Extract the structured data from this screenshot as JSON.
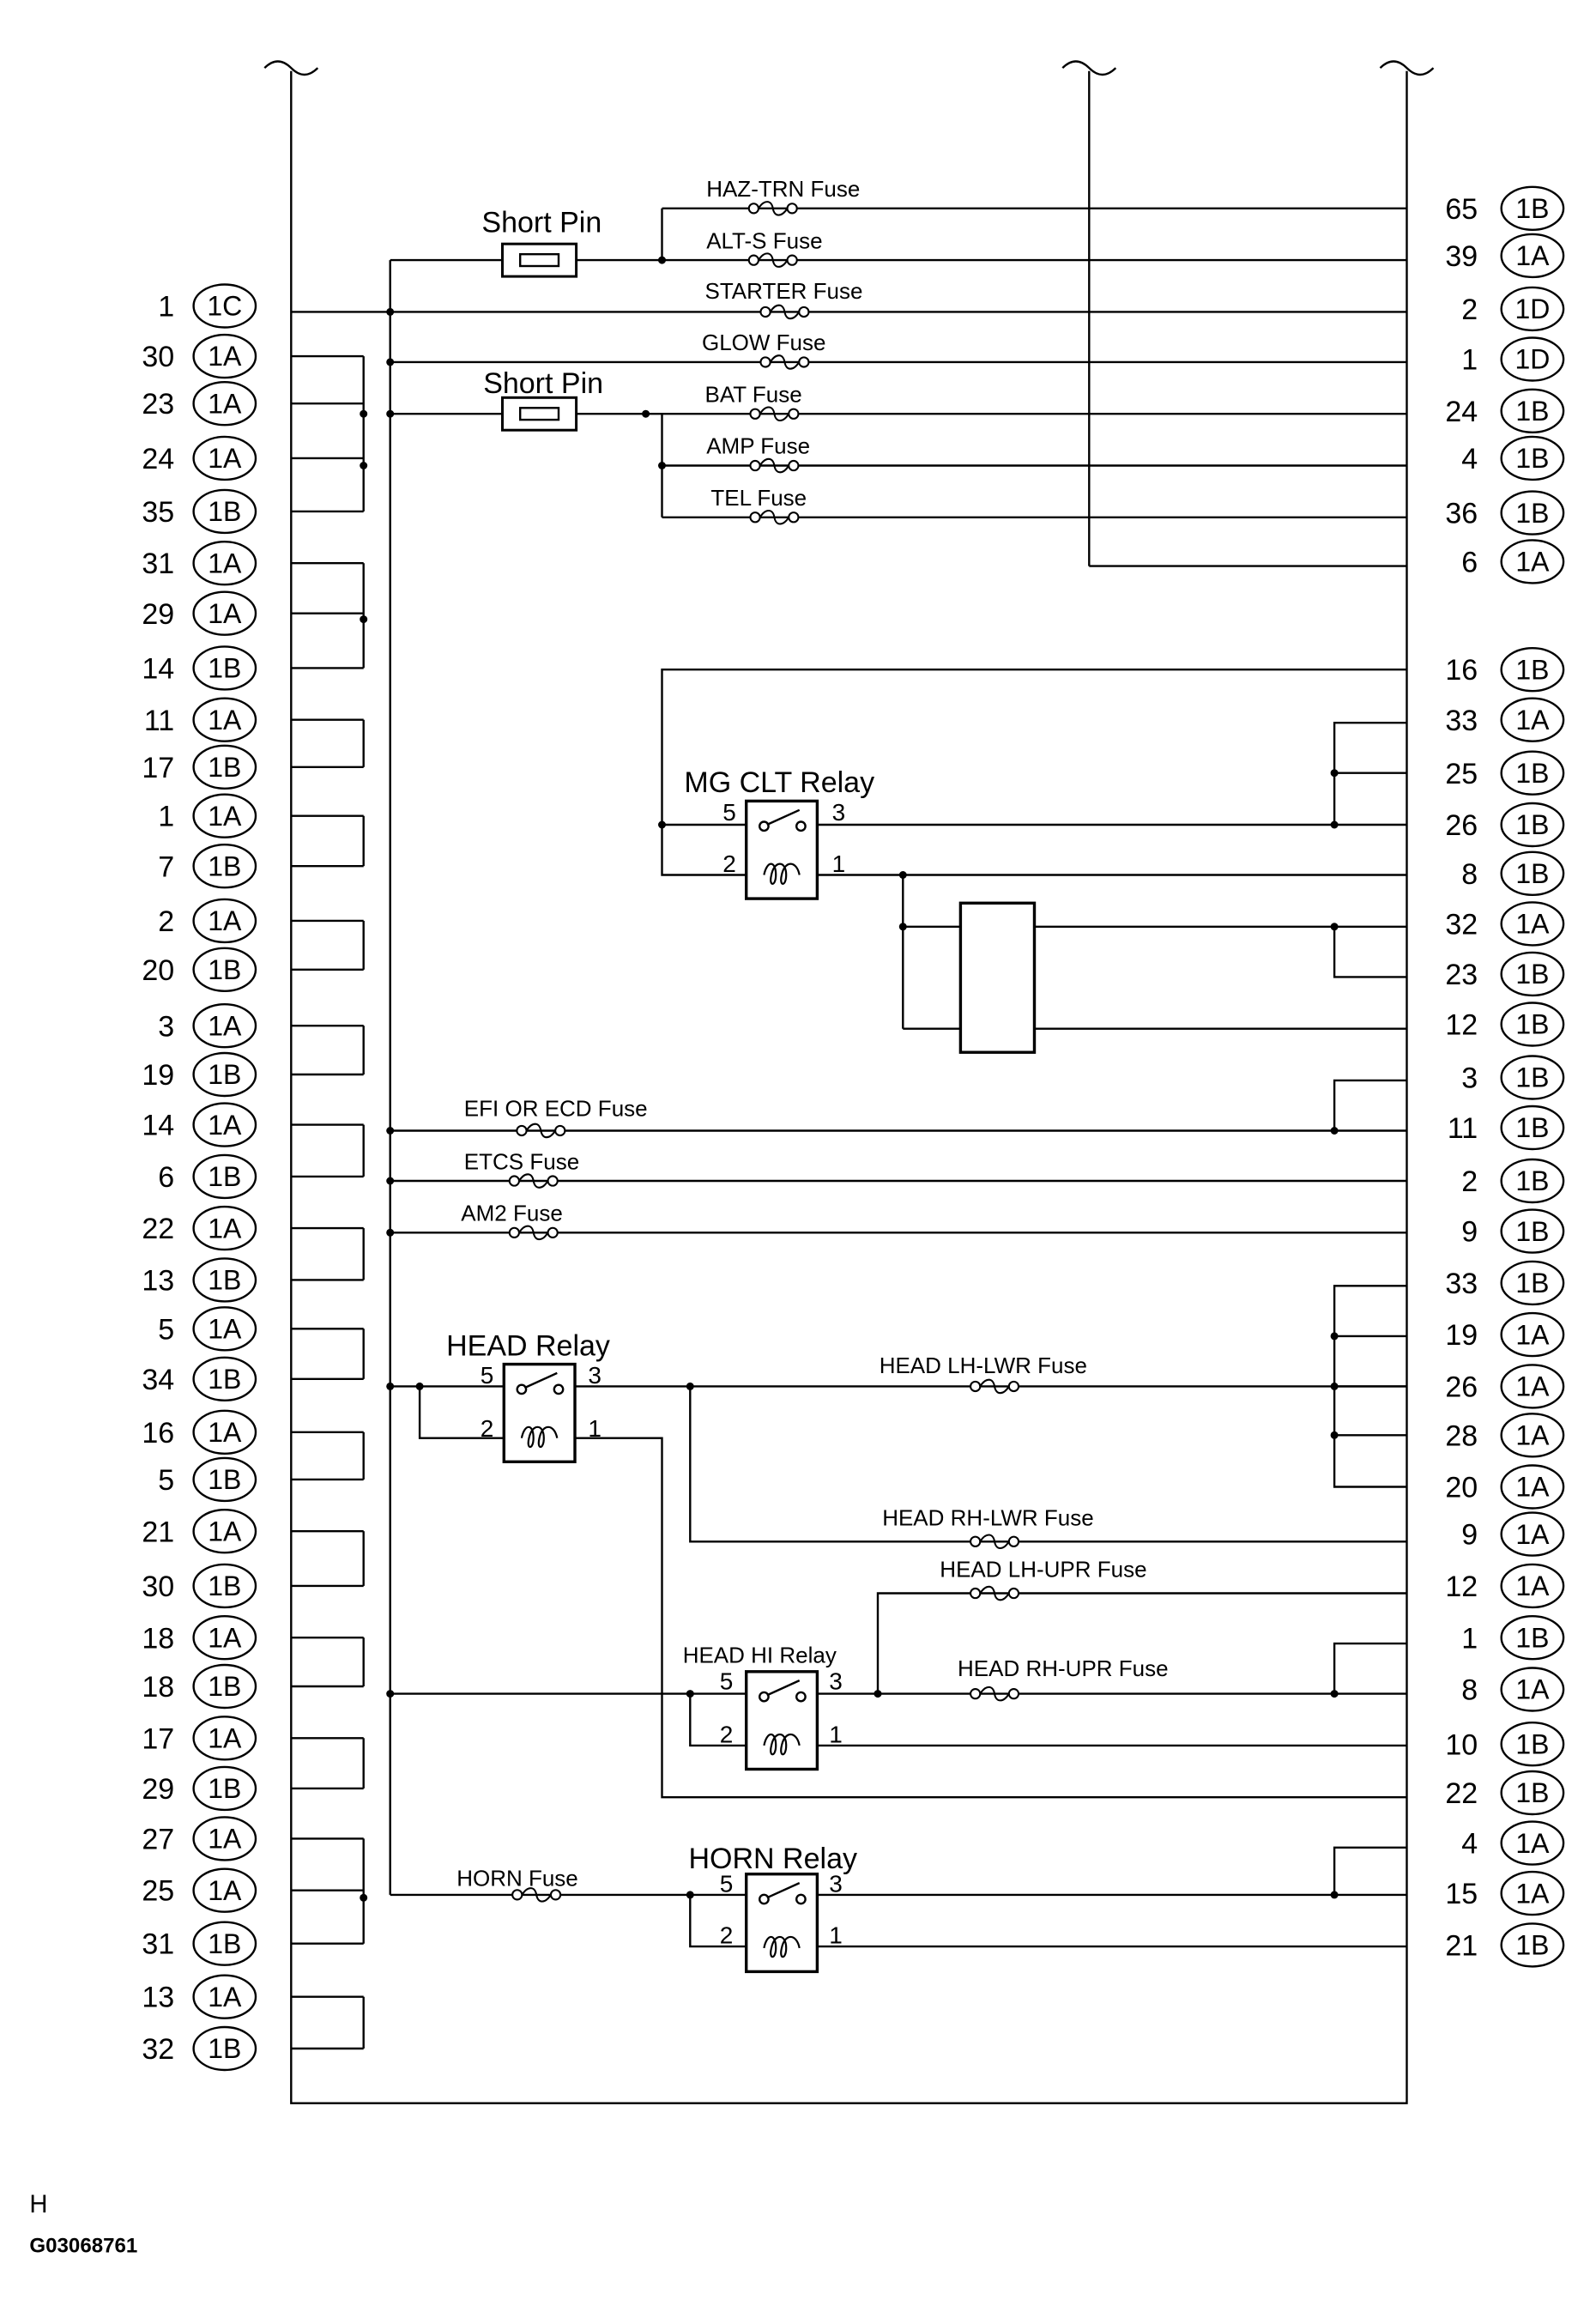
{
  "left_pins": [
    {
      "num": "1",
      "conn": "1C"
    },
    {
      "num": "30",
      "conn": "1A"
    },
    {
      "num": "23",
      "conn": "1A"
    },
    {
      "num": "24",
      "conn": "1A"
    },
    {
      "num": "35",
      "conn": "1B"
    },
    {
      "num": "31",
      "conn": "1A"
    },
    {
      "num": "29",
      "conn": "1A"
    },
    {
      "num": "14",
      "conn": "1B"
    },
    {
      "num": "11",
      "conn": "1A"
    },
    {
      "num": "17",
      "conn": "1B"
    },
    {
      "num": "1",
      "conn": "1A"
    },
    {
      "num": "7",
      "conn": "1B"
    },
    {
      "num": "2",
      "conn": "1A"
    },
    {
      "num": "20",
      "conn": "1B"
    },
    {
      "num": "3",
      "conn": "1A"
    },
    {
      "num": "19",
      "conn": "1B"
    },
    {
      "num": "14",
      "conn": "1A"
    },
    {
      "num": "6",
      "conn": "1B"
    },
    {
      "num": "22",
      "conn": "1A"
    },
    {
      "num": "13",
      "conn": "1B"
    },
    {
      "num": "5",
      "conn": "1A"
    },
    {
      "num": "34",
      "conn": "1B"
    },
    {
      "num": "16",
      "conn": "1A"
    },
    {
      "num": "5",
      "conn": "1B"
    },
    {
      "num": "21",
      "conn": "1A"
    },
    {
      "num": "30",
      "conn": "1B"
    },
    {
      "num": "18",
      "conn": "1A"
    },
    {
      "num": "18",
      "conn": "1B"
    },
    {
      "num": "17",
      "conn": "1A"
    },
    {
      "num": "29",
      "conn": "1B"
    },
    {
      "num": "27",
      "conn": "1A"
    },
    {
      "num": "25",
      "conn": "1A"
    },
    {
      "num": "31",
      "conn": "1B"
    },
    {
      "num": "13",
      "conn": "1A"
    },
    {
      "num": "32",
      "conn": "1B"
    }
  ],
  "right_pins": [
    {
      "num": "65",
      "conn": "1B"
    },
    {
      "num": "39",
      "conn": "1A"
    },
    {
      "num": "2",
      "conn": "1D"
    },
    {
      "num": "1",
      "conn": "1D"
    },
    {
      "num": "24",
      "conn": "1B"
    },
    {
      "num": "4",
      "conn": "1B"
    },
    {
      "num": "36",
      "conn": "1B"
    },
    {
      "num": "6",
      "conn": "1A"
    },
    {
      "num": "16",
      "conn": "1B"
    },
    {
      "num": "33",
      "conn": "1A"
    },
    {
      "num": "25",
      "conn": "1B"
    },
    {
      "num": "26",
      "conn": "1B"
    },
    {
      "num": "8",
      "conn": "1B"
    },
    {
      "num": "32",
      "conn": "1A"
    },
    {
      "num": "23",
      "conn": "1B"
    },
    {
      "num": "12",
      "conn": "1B"
    },
    {
      "num": "3",
      "conn": "1B"
    },
    {
      "num": "11",
      "conn": "1B"
    },
    {
      "num": "2",
      "conn": "1B"
    },
    {
      "num": "9",
      "conn": "1B"
    },
    {
      "num": "33",
      "conn": "1B"
    },
    {
      "num": "19",
      "conn": "1A"
    },
    {
      "num": "26",
      "conn": "1A"
    },
    {
      "num": "28",
      "conn": "1A"
    },
    {
      "num": "20",
      "conn": "1A"
    },
    {
      "num": "9",
      "conn": "1A"
    },
    {
      "num": "12",
      "conn": "1A"
    },
    {
      "num": "1",
      "conn": "1B"
    },
    {
      "num": "8",
      "conn": "1A"
    },
    {
      "num": "10",
      "conn": "1B"
    },
    {
      "num": "22",
      "conn": "1B"
    },
    {
      "num": "4",
      "conn": "1A"
    },
    {
      "num": "15",
      "conn": "1A"
    },
    {
      "num": "21",
      "conn": "1B"
    }
  ],
  "fuses": {
    "haz_trn": "HAZ-TRN  Fuse",
    "alt_s": "ALT-S  Fuse",
    "starter": "STARTER Fuse",
    "glow": "GLOW Fuse",
    "bat": "BAT Fuse",
    "amp": "AMP Fuse",
    "tel": "TEL Fuse",
    "efi": "EFI OR ECD Fuse",
    "etcs": "ETCS Fuse",
    "am2": "AM2 Fuse",
    "head_lh_lwr": "HEAD  LH-LWR Fuse",
    "head_rh_lwr": "HEAD  RH-LWR Fuse",
    "head_lh_upr": "HEAD LH-UPR Fuse",
    "head_rh_upr": "HEAD RH-UPR Fuse",
    "horn": "HORN Fuse"
  },
  "short_pins": {
    "upper": "Short Pin",
    "lower": "Short Pin"
  },
  "relays": {
    "mg_clt": {
      "label": "MG CLT Relay",
      "p5": "5",
      "p3": "3",
      "p2": "2",
      "p1": "1"
    },
    "head": {
      "label": "HEAD Relay",
      "p5": "5",
      "p3": "3",
      "p2": "2",
      "p1": "1"
    },
    "head_hi": {
      "label": "HEAD HI Relay",
      "p5": "5",
      "p3": "3",
      "p2": "2",
      "p1": "1"
    },
    "horn": {
      "label": "HORN Relay",
      "p5": "5",
      "p3": "3",
      "p2": "2",
      "p1": "1"
    }
  },
  "footer": {
    "letter": "H",
    "code": "G03068761"
  }
}
